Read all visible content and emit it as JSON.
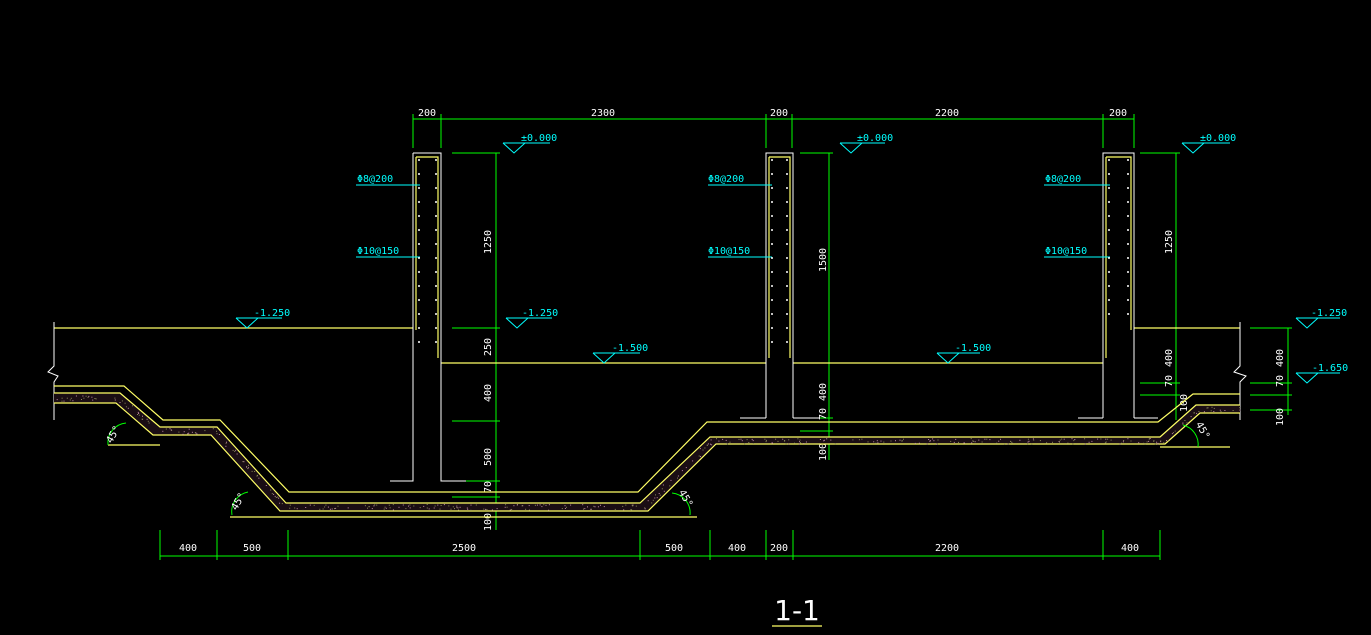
{
  "section_title": "1-1",
  "top_dims": [
    "200",
    "2300",
    "200",
    "2200",
    "200"
  ],
  "bottom_dims": [
    "400",
    "500",
    "2500",
    "500",
    "400",
    "200",
    "2200",
    "400"
  ],
  "elevations": {
    "zero_left": "±0.000",
    "zero_mid": "±0.000",
    "zero_right": "±0.000",
    "ground_left": "-1.250",
    "ground_inner": "-1.250",
    "ground_right": "-1.250",
    "water_left": "-1.500",
    "water_right": "-1.500",
    "floor_right": "-1.650"
  },
  "rebar": {
    "left_top": "Φ8@200",
    "left_bottom": "Φ10@150",
    "mid_top": "Φ8@200",
    "mid_bottom": "Φ10@150",
    "right_top": "Φ8@200",
    "right_bottom": "Φ10@150"
  },
  "vertical_dims": {
    "left_1250": "1250",
    "left_250": "250",
    "left_400": "400",
    "left_500": "500",
    "left_70": "70",
    "left_100": "100",
    "mid_1500": "1500",
    "mid_400": "400",
    "mid_70": "70",
    "mid_100": "100",
    "right_1250": "1250",
    "right_400": "400",
    "right_70": "70",
    "right_100": "100",
    "far_400": "400",
    "far_70": "70",
    "far_100": "100"
  },
  "angles": {
    "a1": "45°",
    "a2": "45°",
    "a3": "45°",
    "a4": "45°"
  }
}
